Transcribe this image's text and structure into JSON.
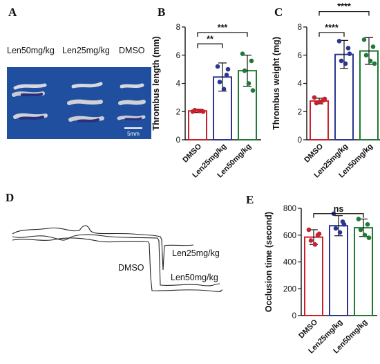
{
  "panels": {
    "A": {
      "letter": "A",
      "labels": [
        "Len50mg/kg",
        "Len25mg/kg",
        "DMSO"
      ],
      "scale_bar": "5mm",
      "background_color": "#1f4f9e"
    },
    "B": {
      "letter": "B"
    },
    "C": {
      "letter": "C"
    },
    "D": {
      "letter": "D",
      "trace_labels": [
        "Len25mg/kg",
        "DMSO",
        "Len50mg/kg"
      ]
    },
    "E": {
      "letter": "E"
    }
  },
  "chart_data": [
    {
      "id": "B",
      "type": "bar",
      "ylabel": "Thrombus length (mm)",
      "ylim": [
        0,
        8
      ],
      "yticks": [
        0,
        2,
        4,
        6,
        8
      ],
      "categories": [
        "DMSO",
        "Len25mg/kg",
        "Len50mg/kg"
      ],
      "colors": [
        "#c8202f",
        "#2a3691",
        "#1e7a34"
      ],
      "values": [
        2.05,
        4.45,
        4.9
      ],
      "errors": [
        0.12,
        1.0,
        1.1
      ],
      "points": [
        [
          2.0,
          2.05,
          2.1,
          2.05,
          2.0
        ],
        [
          5.2,
          4.6,
          4.1,
          3.6,
          5.0
        ],
        [
          6.1,
          5.6,
          4.9,
          4.0,
          3.5
        ]
      ],
      "significance": [
        {
          "from": 0,
          "to": 1,
          "label": "**",
          "y": 6.8
        },
        {
          "from": 0,
          "to": 2,
          "label": "***",
          "y": 7.6
        }
      ]
    },
    {
      "id": "C",
      "type": "bar",
      "ylabel": "Thrombus weight (mg)",
      "ylim": [
        0,
        8
      ],
      "yticks": [
        0,
        2,
        4,
        6,
        8
      ],
      "categories": [
        "DMSO",
        "Len25mg/kg",
        "Len50mg/kg"
      ],
      "colors": [
        "#c8202f",
        "#2a3691",
        "#1e7a34"
      ],
      "values": [
        2.75,
        6.05,
        6.3
      ],
      "errors": [
        0.2,
        1.0,
        0.95
      ],
      "points": [
        [
          3.0,
          2.8,
          2.6,
          2.7,
          2.9
        ],
        [
          7.0,
          6.5,
          5.6,
          5.4,
          6.1
        ],
        [
          7.1,
          6.6,
          6.0,
          5.6,
          5.4
        ]
      ],
      "significance": [
        {
          "from": 0,
          "to": 1,
          "label": "****",
          "y": 7.6
        },
        {
          "from": 0,
          "to": 2,
          "label": "****",
          "y": 9.1
        }
      ]
    },
    {
      "id": "E",
      "type": "bar",
      "ylabel": "Occlusion time (second)",
      "ylim": [
        0,
        800
      ],
      "yticks": [
        0,
        200,
        400,
        600,
        800
      ],
      "categories": [
        "DMSO",
        "Len25mg/kg",
        "Len50mg/kg"
      ],
      "colors": [
        "#c8202f",
        "#2a3691",
        "#1e7a34"
      ],
      "values": [
        585,
        670,
        655
      ],
      "errors": [
        55,
        75,
        65
      ],
      "points": [
        [
          640,
          600,
          560,
          530,
          610
        ],
        [
          760,
          700,
          650,
          620,
          680
        ],
        [
          720,
          680,
          640,
          600,
          580
        ]
      ],
      "significance": [
        {
          "from": 0,
          "to": 2,
          "label": "ns",
          "y": 760
        }
      ]
    }
  ]
}
